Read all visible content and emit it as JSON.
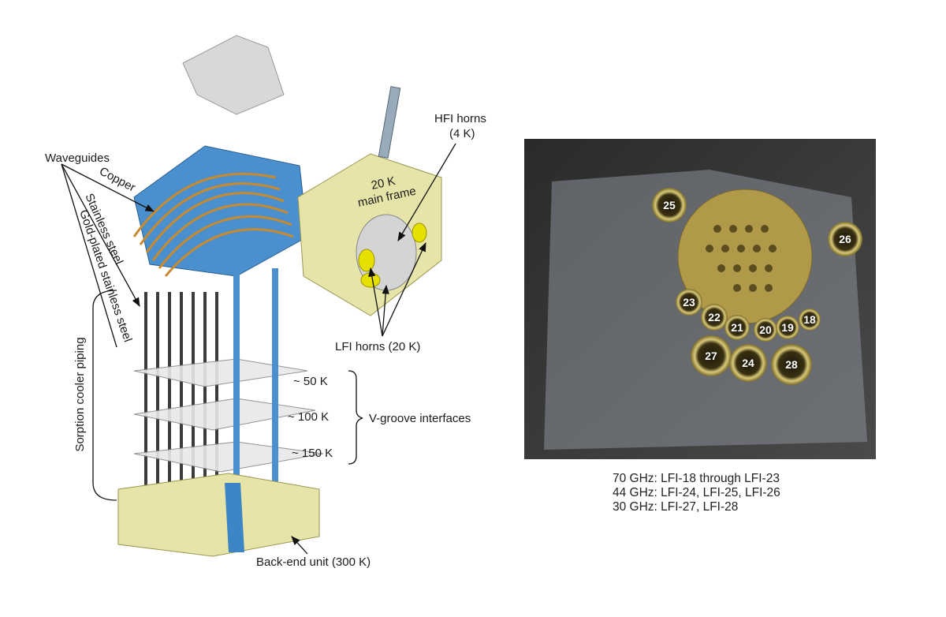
{
  "left_figure": {
    "labels": {
      "waveguides": "Waveguides",
      "copper": "Copper",
      "stainless": "Stainless steel",
      "gold_plated": "Gold-plated stainless steel",
      "hfi_horns_1": "HFI horns",
      "hfi_horns_2": "(4 K)",
      "main_frame_1": "20 K",
      "main_frame_2": "main frame",
      "lfi_horns": "LFI horns (20 K)",
      "sorption": "Sorption cooler piping",
      "k50": "~ 50 K",
      "k100": "~ 100 K",
      "k150": "~ 150 K",
      "vgroove": "V-groove interfaces",
      "backend": "Back-end unit (300 K)"
    }
  },
  "right_figure": {
    "horns": [
      {
        "id": "25",
        "group": "44 GHz"
      },
      {
        "id": "26",
        "group": "44 GHz"
      },
      {
        "id": "23",
        "group": "70 GHz"
      },
      {
        "id": "22",
        "group": "70 GHz"
      },
      {
        "id": "21",
        "group": "70 GHz"
      },
      {
        "id": "20",
        "group": "70 GHz"
      },
      {
        "id": "19",
        "group": "70 GHz"
      },
      {
        "id": "18",
        "group": "70 GHz"
      },
      {
        "id": "27",
        "group": "30 GHz"
      },
      {
        "id": "24",
        "group": "44 GHz"
      },
      {
        "id": "28",
        "group": "30 GHz"
      }
    ],
    "caption": [
      "70 GHz: LFI-18 through LFI-23",
      "44 GHz: LFI-24, LFI-25, LFI-26",
      "30 GHz: LFI-27, LFI-28"
    ]
  },
  "colors": {
    "gold": "#b8a24a",
    "blue": "#3d86c6",
    "frame": "#e6e4a8",
    "copper": "#c88a2e"
  }
}
